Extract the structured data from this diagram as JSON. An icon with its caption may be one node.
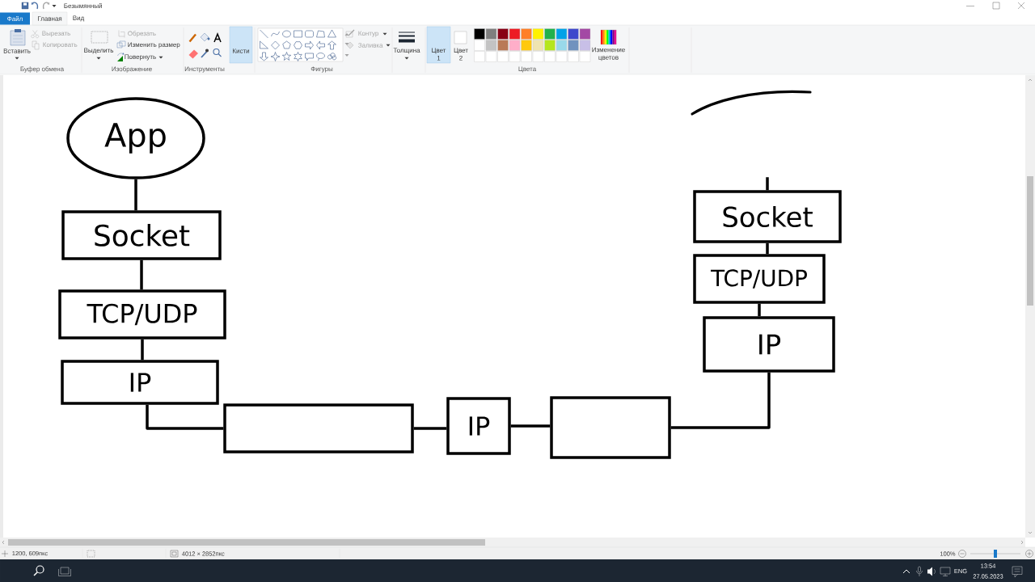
{
  "diagram": {
    "nodes": [
      {
        "text": [
          "App"
        ]
      },
      {
        "text": [
          "Socket"
        ]
      },
      {
        "text": [
          "TCP/UDP"
        ]
      },
      {
        "text": [
          "IP"
        ]
      },
      {
        "text": [],
        "shape": "box"
      },
      {
        "text": [
          "IP"
        ]
      },
      {
        "text": [],
        "shape": "box"
      },
      {
        "text": [
          "Socket"
        ]
      },
      {
        "text": [
          "TCP/UDP"
        ]
      },
      {
        "text": [
          "IP"
        ]
      }
    ],
    "edges": [
      {
        "from": 0,
        "to": 1,
        "arrow": "none"
      },
      {
        "from": 1,
        "to": 2,
        "arrow": "none"
      },
      {
        "from": 2,
        "to": 3,
        "arrow": "none"
      },
      {
        "from": 3,
        "to": 4,
        "arrow": "none"
      },
      {
        "from": 4,
        "to": 5,
        "arrow": "none"
      },
      {
        "from": 5,
        "to": 6,
        "arrow": "none"
      },
      {
        "from": 6,
        "to": 9,
        "arrow": "none"
      },
      {
        "from": 7,
        "to": 8,
        "arrow": "none"
      },
      {
        "from": 8,
        "to": 9,
        "arrow": "none"
      },
      {
        "from": 7,
        "to": null,
        "arrow": "none"
      }
    ],
    "labels": [
      "Безымянный",
      "Файл",
      "Главная",
      "Вид",
      "Вставить",
      "Вырезать",
      "Копировать",
      "Выделить",
      "Обрезать",
      "Изменить размер",
      "Повернуть",
      "Кисти",
      "Контур",
      "Заливка",
      "Толщина",
      "Цвет 1",
      "Цвет 2",
      "Изменение цветов",
      "Буфер обмена",
      "Изображение",
      "Инструменты",
      "Фигуры",
      "Цвета",
      "1200, 609пкс",
      "4012 × 2852пкс",
      "100%",
      "ENG",
      "13:54",
      "27.05.2023"
    ]
  }
}
